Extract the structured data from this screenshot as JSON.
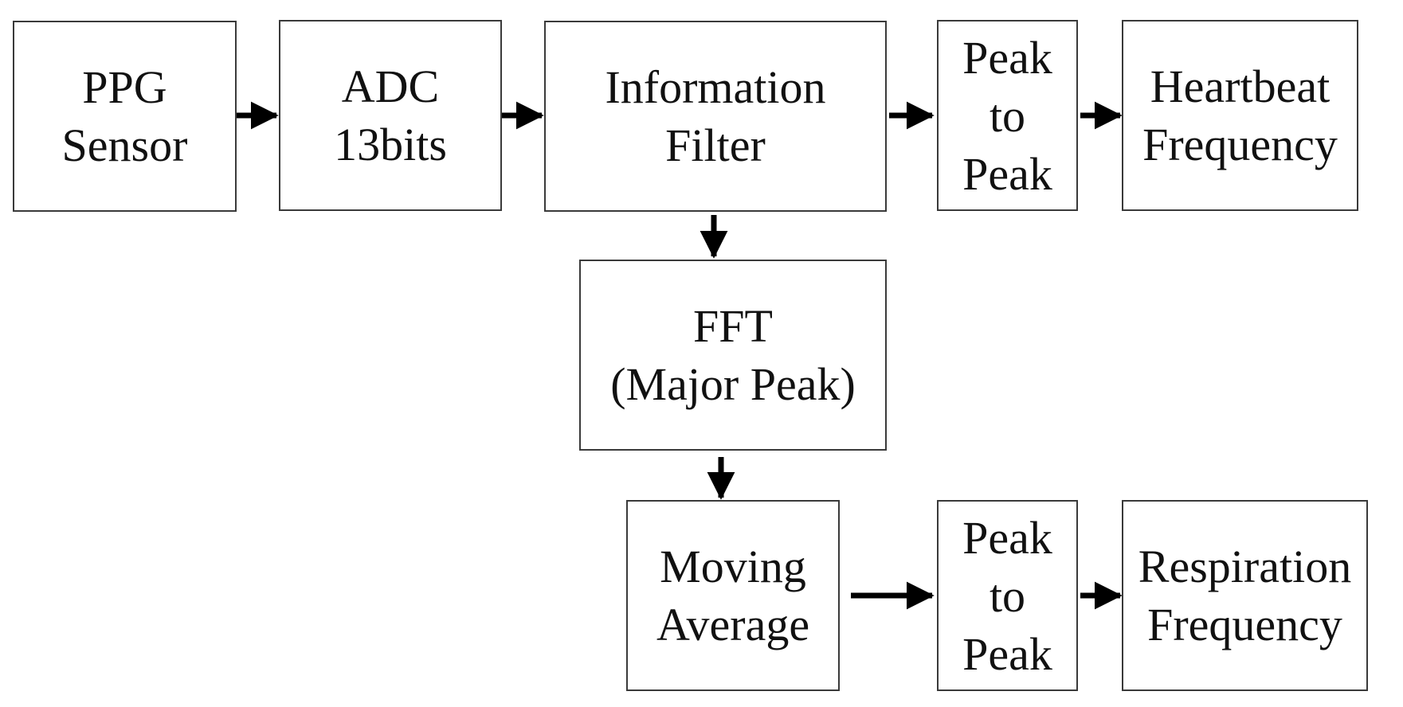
{
  "diagram": {
    "nodes": {
      "ppg_sensor": [
        "PPG",
        "Sensor"
      ],
      "adc": [
        "ADC",
        "13bits"
      ],
      "information_filter": [
        "Information",
        "Filter"
      ],
      "peak_to_peak_top": [
        "Peak",
        "to",
        "Peak"
      ],
      "heartbeat_frequency": [
        "Heartbeat",
        "Frequency"
      ],
      "fft": [
        "FFT",
        "(Major Peak)"
      ],
      "moving_average": [
        "Moving",
        "Average"
      ],
      "peak_to_peak_bottom": [
        "Peak",
        "to",
        "Peak"
      ],
      "respiration_frequency": [
        "Respiration",
        "Frequency"
      ]
    },
    "edges": [
      [
        "ppg_sensor",
        "adc"
      ],
      [
        "adc",
        "information_filter"
      ],
      [
        "information_filter",
        "peak_to_peak_top"
      ],
      [
        "peak_to_peak_top",
        "heartbeat_frequency"
      ],
      [
        "information_filter",
        "fft"
      ],
      [
        "fft",
        "moving_average"
      ],
      [
        "moving_average",
        "peak_to_peak_bottom"
      ],
      [
        "peak_to_peak_bottom",
        "respiration_frequency"
      ]
    ],
    "colors": {
      "border": "#3a3a3a",
      "arrow": "#000000",
      "text": "#111111",
      "background": "#ffffff"
    }
  }
}
